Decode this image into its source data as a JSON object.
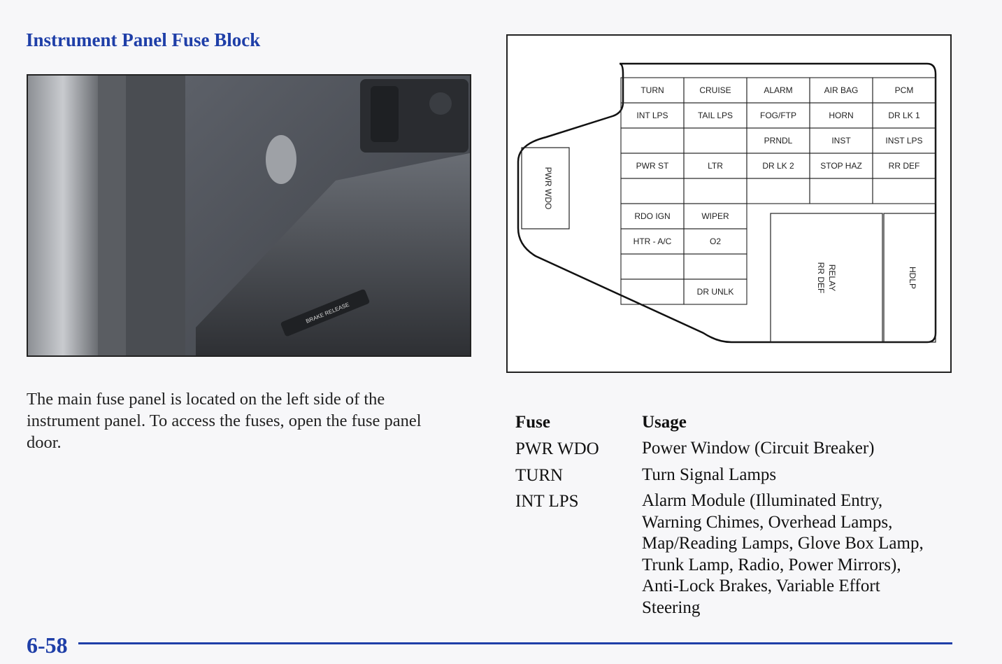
{
  "page": {
    "title": "Instrument Panel Fuse Block",
    "intro": "The main fuse panel is located on the left side of the instrument panel. To access the fuses, open the fuse panel door.",
    "page_number": "6-58",
    "accent_color": "#1f3fa8"
  },
  "photo": {
    "labels": [
      "BRAKE RELEASE"
    ]
  },
  "fuse_block": {
    "side_fuse": "PWR WDO",
    "grid": [
      [
        "TURN",
        "CRUISE",
        "ALARM",
        "AIR BAG",
        "PCM"
      ],
      [
        "INT LPS",
        "TAIL LPS",
        "FOG/FTP",
        "HORN",
        "DR LK 1"
      ],
      [
        "",
        "",
        "PRNDL",
        "INST",
        "INST LPS"
      ],
      [
        "PWR ST",
        "LTR",
        "DR LK 2",
        "STOP HAZ",
        "RR DEF"
      ],
      [
        "",
        "",
        "",
        "",
        ""
      ],
      [
        "RDO IGN",
        "WIPER"
      ],
      [
        "HTR - A/C",
        "O2"
      ],
      [
        "",
        ""
      ],
      [
        "",
        "DR UNLK"
      ]
    ],
    "relay_label_1": "RELAY",
    "relay_label_2": "RR DEF",
    "hdlp": "HDLP"
  },
  "fuse_table": {
    "header_fuse": "Fuse",
    "header_usage": "Usage",
    "rows": [
      {
        "fuse": "PWR WDO",
        "usage": "Power Window (Circuit Breaker)"
      },
      {
        "fuse": "TURN",
        "usage": "Turn Signal Lamps"
      },
      {
        "fuse": "INT LPS",
        "usage": "Alarm Module (Illuminated Entry, Warning Chimes, Overhead Lamps, Map/Reading Lamps, Glove Box Lamp, Trunk Lamp, Radio, Power Mirrors), Anti-Lock Brakes, Variable Effort Steering"
      }
    ]
  }
}
